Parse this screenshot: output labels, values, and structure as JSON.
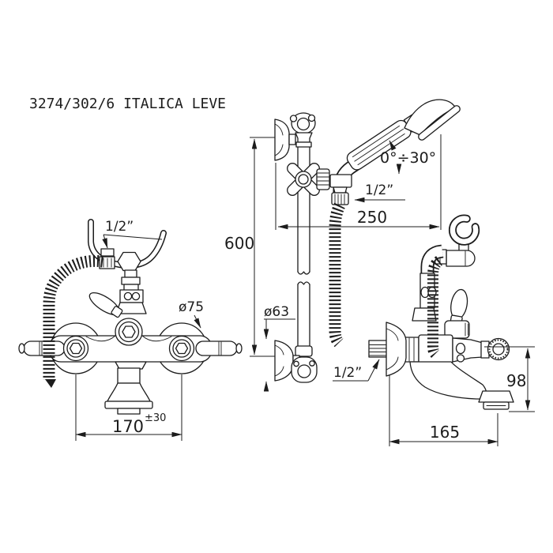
{
  "title": "3274/302/6 ITALICA LEVE",
  "front_view": {
    "dim_connection": "1/2”",
    "dim_escutcheon": "ø75",
    "dim_centers": "170",
    "dim_tolerance": "±30"
  },
  "rail_view": {
    "dim_height": "600",
    "dim_angle": "0°÷30°",
    "dim_connection": "1/2”",
    "dim_reach": "250",
    "dim_flange": "ø63"
  },
  "side_view": {
    "dim_connection": "1/2”",
    "dim_height": "98",
    "dim_reach": "165"
  },
  "colors": {
    "line": "#1c1c1c",
    "background": "#ffffff"
  }
}
